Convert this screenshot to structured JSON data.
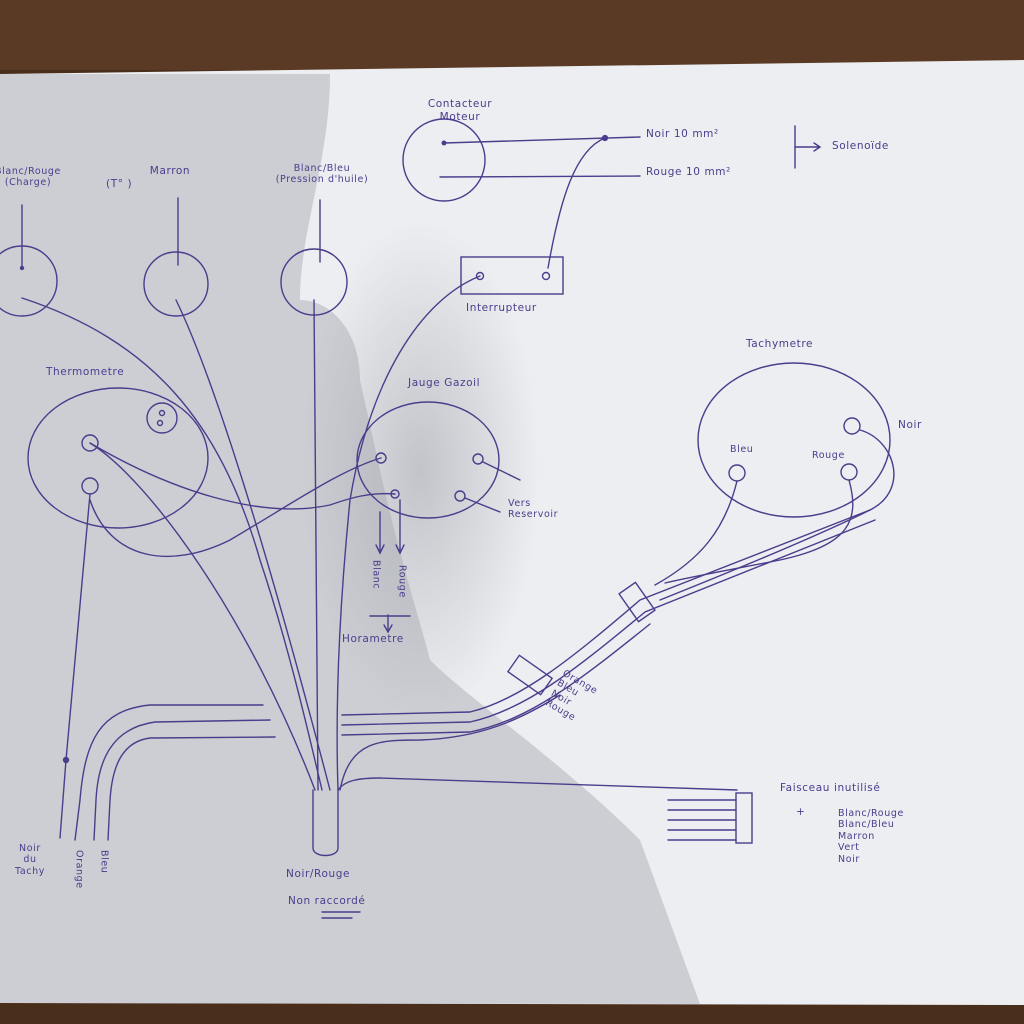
{
  "labels": {
    "contacteur": "Contacteur\nMoteur",
    "noir_10": "Noir 10 mm²",
    "rouge_10": "Rouge 10 mm²",
    "solenoide": "Solenoïde",
    "blanc_rouge_charge": "Blanc/Rouge\n(Charge)",
    "marron_t": "Marron",
    "t_paren": "(T° )",
    "blanc_bleu_pression": "Blanc/Bleu\n(Pression d'huile)",
    "interrupteur": "Interrupteur",
    "thermometre": "Thermometre",
    "jauge_gazoil": "Jauge Gazoil",
    "tachymetre": "Tachymetre",
    "noir_tachy_label": "Noir",
    "bleu_tachy": "Bleu",
    "rouge_tachy": "Rouge",
    "vers_reservoir": "Vers\nReservoir",
    "blanc_h": "Blanc",
    "rouge_h": "Rouge",
    "horametre": "Horametre",
    "harness_colors": [
      "Orange",
      "Bleu",
      "Noir",
      "Rouge"
    ],
    "noir_du_tachy": "Noir\ndu\nTachy",
    "orange": "Orange",
    "bleu": "Bleu",
    "noir_rouge": "Noir/Rouge",
    "non_raccorde": "Non raccordé",
    "faisceau_title": "Faisceau inutilisé",
    "faisceau_plus": "+",
    "faisceau_wires": [
      "Blanc/Rouge",
      "Blanc/Bleu",
      "Marron",
      "Vert",
      "Noir"
    ]
  },
  "colors": {
    "ink": "#4b3c8c",
    "paper": "#ecedf0",
    "wood": "#4a2e1c"
  }
}
